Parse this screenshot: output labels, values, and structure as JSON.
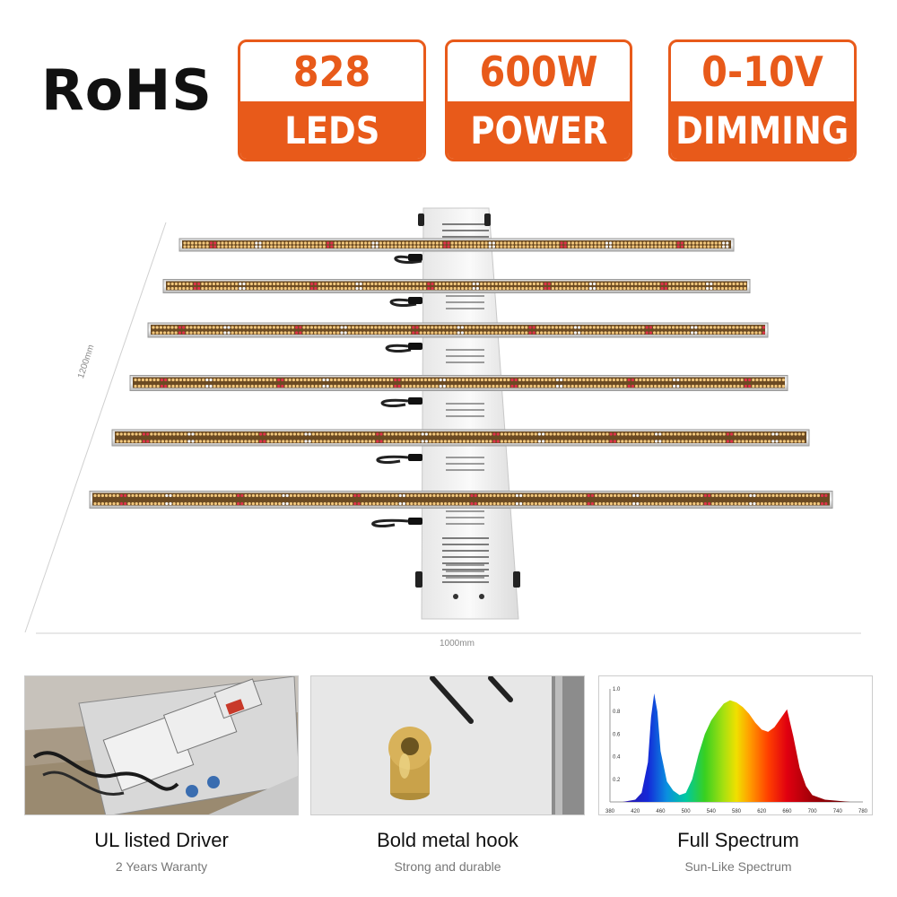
{
  "certification": "RoHS",
  "badges": [
    {
      "top": "828",
      "bottom": "LEDS"
    },
    {
      "top": "600W",
      "bottom": "POWER"
    },
    {
      "top": "0-10V",
      "bottom": "DIMMING"
    }
  ],
  "dimensions": {
    "depth_label": "1200mm",
    "width_label": "1000mm"
  },
  "features": [
    {
      "title": "UL listed Driver",
      "subtitle": "2 Years Waranty"
    },
    {
      "title": "Bold metal hook",
      "subtitle": "Strong and durable"
    },
    {
      "title": "Full Spectrum",
      "subtitle": "Sun-Like Spectrum"
    }
  ],
  "spectrum_chart": {
    "type": "area",
    "x_ticks": [
      "380",
      "420",
      "460",
      "500",
      "540",
      "580",
      "620",
      "660",
      "700",
      "740",
      "780"
    ],
    "y_ticks": [
      "0.2",
      "0.4",
      "0.6",
      "0.8",
      "1.0"
    ],
    "xlim": [
      380,
      780
    ],
    "ylim": [
      0,
      1.0
    ],
    "x": [
      380,
      400,
      420,
      430,
      440,
      445,
      450,
      455,
      460,
      470,
      480,
      490,
      500,
      510,
      520,
      530,
      540,
      550,
      560,
      570,
      580,
      590,
      600,
      610,
      620,
      630,
      640,
      650,
      660,
      670,
      680,
      690,
      700,
      720,
      740,
      760,
      780
    ],
    "y": [
      0.0,
      0.0,
      0.02,
      0.08,
      0.35,
      0.75,
      0.96,
      0.8,
      0.45,
      0.18,
      0.1,
      0.06,
      0.08,
      0.2,
      0.42,
      0.6,
      0.72,
      0.8,
      0.87,
      0.9,
      0.88,
      0.84,
      0.78,
      0.7,
      0.64,
      0.62,
      0.66,
      0.74,
      0.82,
      0.58,
      0.3,
      0.14,
      0.06,
      0.02,
      0.01,
      0.0,
      0.0
    ]
  }
}
